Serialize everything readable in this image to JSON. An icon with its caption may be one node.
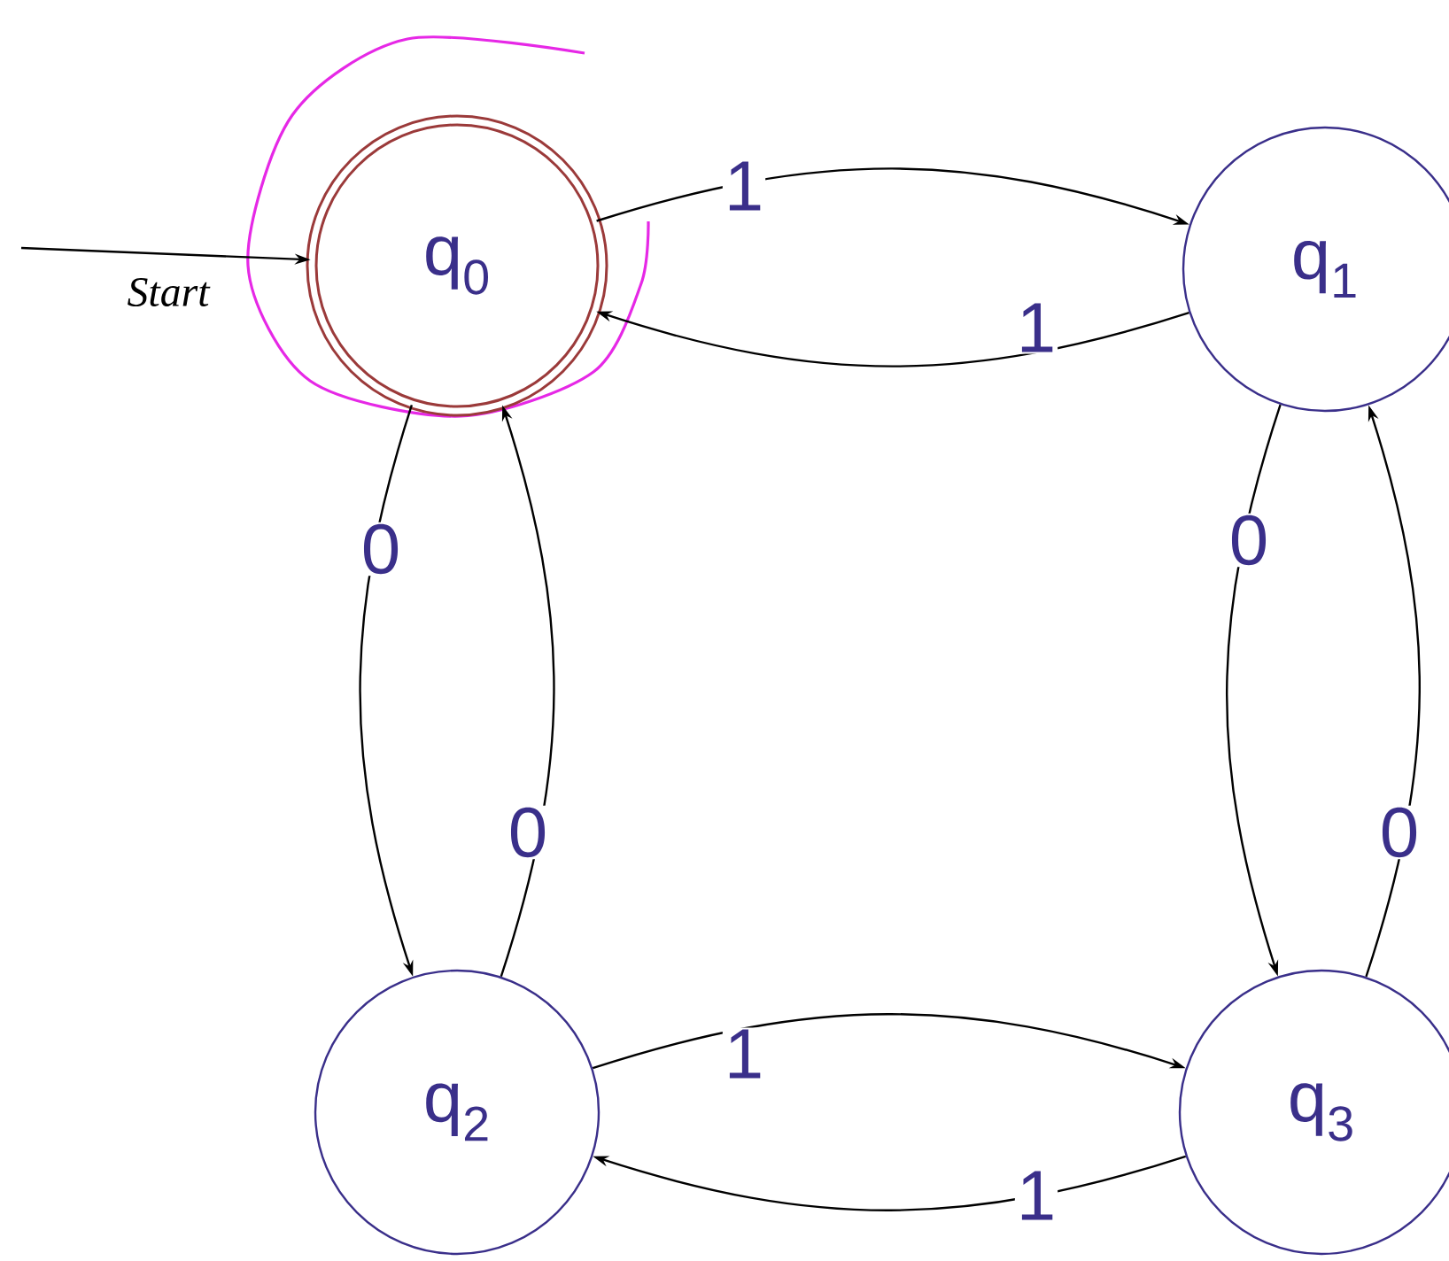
{
  "diagram": {
    "nodes": [
      {
        "text": [
          "q$_{0}$"
        ]
      },
      {
        "text": [
          "q$_{1}$"
        ]
      },
      {
        "text": [
          "q$_{2}$"
        ]
      },
      {
        "text": [
          "q$_{3}$"
        ]
      }
    ],
    "edges": [
      {
        "from": null,
        "to": 0,
        "arrow": "to",
        "label": "Start"
      },
      {
        "from": 0,
        "to": 1,
        "arrow": "to",
        "label": "1"
      },
      {
        "from": 1,
        "to": 0,
        "arrow": "to",
        "label": "1"
      },
      {
        "from": 0,
        "to": 2,
        "arrow": "to",
        "label": "0"
      },
      {
        "from": 2,
        "to": 0,
        "arrow": "to",
        "label": "0"
      },
      {
        "from": 1,
        "to": 3,
        "arrow": "to",
        "label": "0"
      },
      {
        "from": 3,
        "to": 1,
        "arrow": "to",
        "label": "0"
      },
      {
        "from": 2,
        "to": 3,
        "arrow": "to",
        "label": "1"
      },
      {
        "from": 3,
        "to": 2,
        "arrow": "to",
        "label": "1"
      }
    ]
  }
}
